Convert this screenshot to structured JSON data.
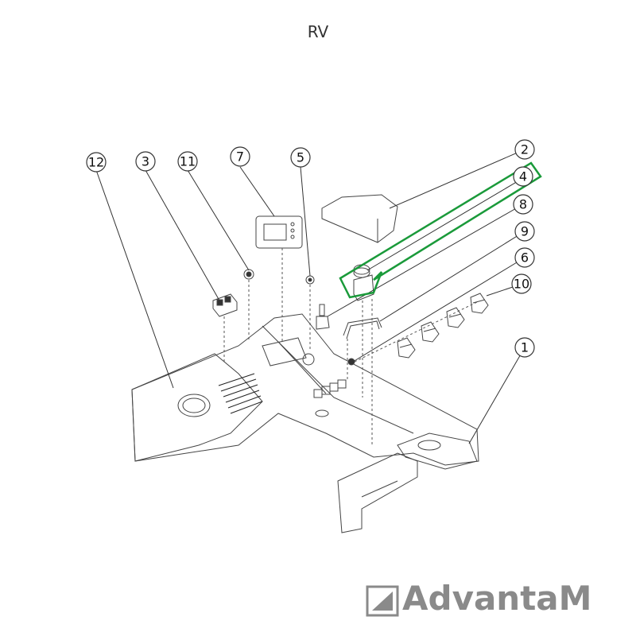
{
  "header": {
    "label": "RV"
  },
  "callouts": [
    {
      "number": "1"
    },
    {
      "number": "2"
    },
    {
      "number": "3"
    },
    {
      "number": "4"
    },
    {
      "number": "5"
    },
    {
      "number": "6"
    },
    {
      "number": "7"
    },
    {
      "number": "8"
    },
    {
      "number": "9"
    },
    {
      "number": "10"
    },
    {
      "number": "11"
    },
    {
      "number": "12"
    }
  ],
  "highlight": {
    "color": "#1a9a3a",
    "target_callout": "4"
  },
  "logo": {
    "text": "AdvantaM",
    "color": "#8a8a8a"
  }
}
